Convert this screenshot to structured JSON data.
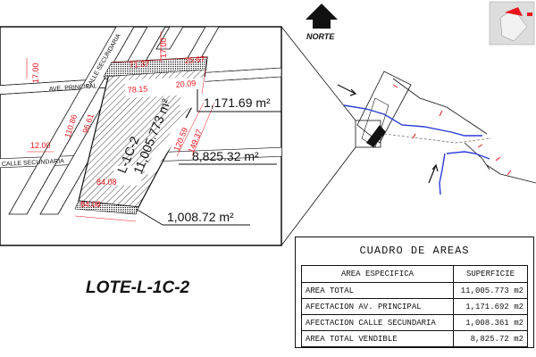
{
  "north_label": "NORTE",
  "lote_title": "LOTE-L-1C-2",
  "roads": {
    "principal": "AVE. PRINCIPAL",
    "secundaria_left": "CALLE SECUNDARIA",
    "secundaria_top": "CALLE SECUNDARIA"
  },
  "lot": {
    "name": "L-1C-2",
    "area_label": "11,005.773 m²"
  },
  "dimensions": {
    "d1": "17.00",
    "d2": "17.00",
    "d3": "71.37",
    "d4": "25.67",
    "d5": "78.15",
    "d6": "20.09",
    "d7": "110.86",
    "d8": "96.61",
    "d9": "12.00",
    "d10": "120.59",
    "d11": "149.37",
    "d12": "84.08",
    "d13": "84.08"
  },
  "callouts": {
    "principal_area": "1,171.69 m²",
    "vendible_area": "8,825.32 m²",
    "secundaria_area": "1,008.72 m²"
  },
  "table": {
    "title": "CUADRO DE AREAS",
    "header": {
      "col1": "AREA ESPECIFICA",
      "col2": "SUPERFICIE"
    },
    "rows": [
      {
        "name": "AREA TOTAL",
        "value": "11,005.773 m2"
      },
      {
        "name": "AFECTACION AV. PRINCIPAL",
        "value": "1,171.692 m2"
      },
      {
        "name": "AFECTACION CALLE SECUNDARIA",
        "value": "1,008.361 m2"
      },
      {
        "name": "AREA TOTAL VENDIBLE",
        "value": "8,825.72 m2"
      }
    ]
  },
  "colors": {
    "dimension": "#e8141b",
    "river": "#2b3bd6",
    "line": "#111111"
  }
}
